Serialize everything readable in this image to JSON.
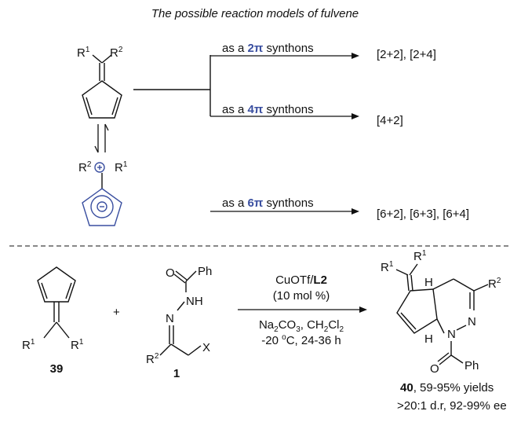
{
  "title": "The possible reaction models of fulvene",
  "paths": [
    {
      "prefix": "as a ",
      "num": "2",
      "suffix": " synthons",
      "result": "[2+2], [2+4]"
    },
    {
      "prefix": "as a ",
      "num": "4",
      "suffix": " synthons",
      "result": "[4+2]"
    },
    {
      "prefix": "as a ",
      "num": "6",
      "suffix": " synthons",
      "result": "[6+2], [6+3], [6+4]"
    }
  ],
  "pi": "π",
  "labels": {
    "r": "R",
    "sup1": "1",
    "sup2": "2",
    "o": "O",
    "ph": "Ph",
    "nh": "NH",
    "n": "N",
    "h": "H",
    "x": "X",
    "plus": "+",
    "sub2": "2",
    "sub3": "3"
  },
  "reaction": {
    "reagent_a": "39",
    "reagent_b": "1",
    "catalyst_prefix": "CuOTf/",
    "catalyst_ligand": "L2",
    "loading": "(10 mol %)",
    "base_a": "Na",
    "base_b": "CO",
    "base_c": ", CH",
    "base_d": "Cl",
    "temp_a": "-20 ",
    "temp_deg": "o",
    "temp_b": "C, 24-36 h",
    "product": "40",
    "yield": ", 59-95% yields",
    "selectivity": ">20:1 d.r, 92-99% ee"
  },
  "colors": {
    "accent": "#3a4fa0",
    "ink": "#111111"
  }
}
